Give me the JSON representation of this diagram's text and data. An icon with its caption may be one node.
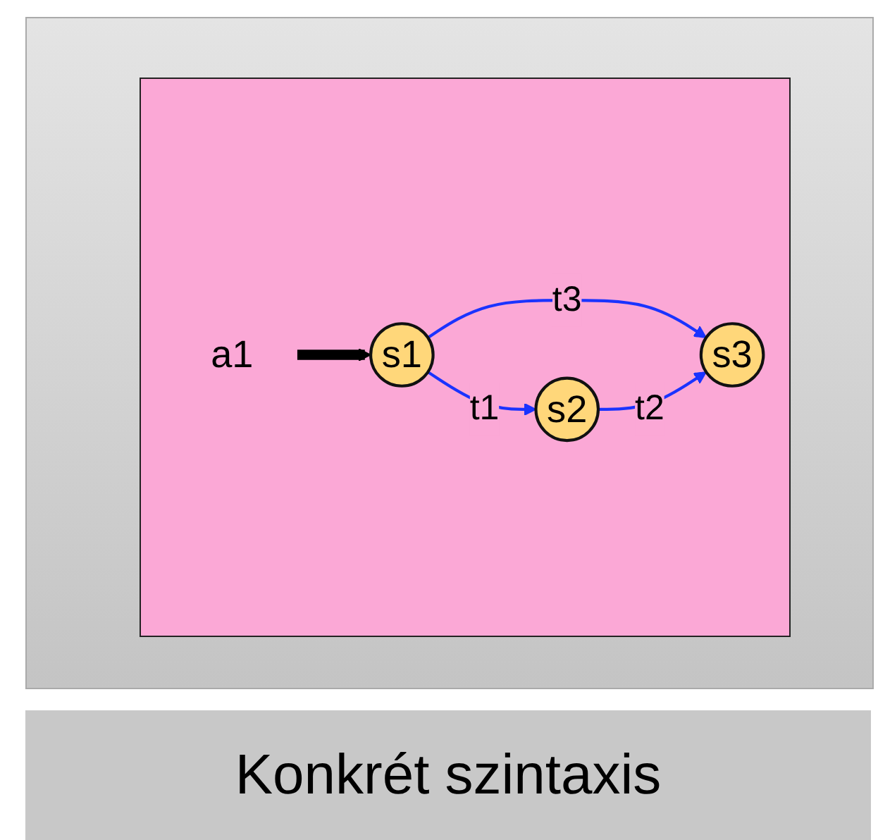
{
  "diagram": {
    "caption": "Konkrét szintaxis",
    "nodes": [
      {
        "text": [
          "a1"
        ]
      },
      {
        "text": [
          "s3"
        ]
      },
      {
        "text": [
          "s1"
        ]
      },
      {
        "text": [
          "s2"
        ]
      }
    ],
    "edges": [
      {
        "from": 0,
        "to": 2,
        "arrow": "to",
        "style": "thick",
        "color": "#000000"
      },
      {
        "from": 2,
        "to": 1,
        "arrow": "to",
        "label": "t3"
      },
      {
        "from": 2,
        "to": 3,
        "arrow": "to",
        "label": "t1"
      },
      {
        "from": 3,
        "to": 1,
        "arrow": "to",
        "label": "t2"
      }
    ]
  }
}
